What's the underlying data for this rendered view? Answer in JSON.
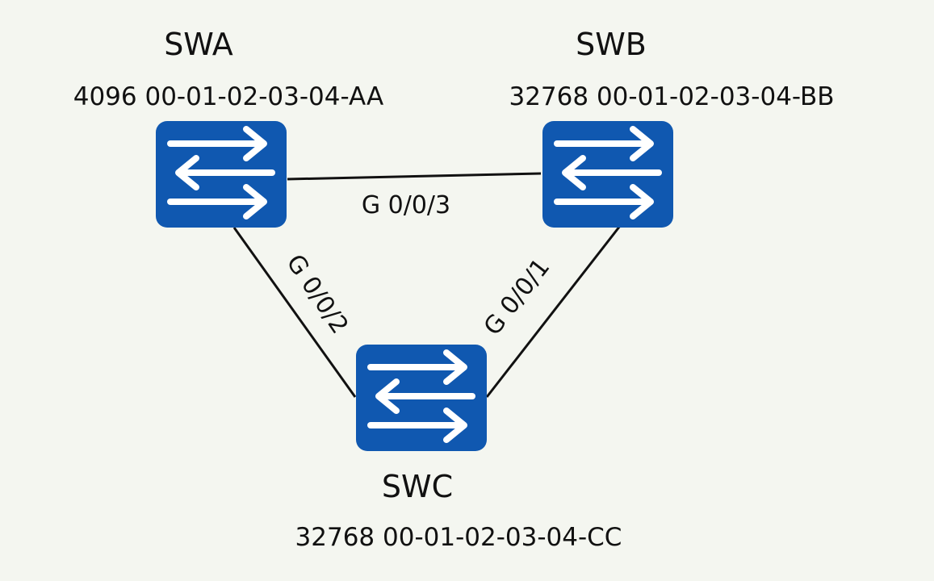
{
  "colors": {
    "background": "#f4f6f0",
    "switch_fill": "#1058b0",
    "arrow": "#ffffff",
    "link": "#111111"
  },
  "switches": {
    "swa": {
      "name": "SWA",
      "id": "4096 00-01-02-03-04-AA",
      "icon": "network-switch-icon"
    },
    "swb": {
      "name": "SWB",
      "id": "32768 00-01-02-03-04-BB",
      "icon": "network-switch-icon"
    },
    "swc": {
      "name": "SWC",
      "id": "32768 00-01-02-03-04-CC",
      "icon": "network-switch-icon"
    }
  },
  "links": {
    "swa_swb": {
      "port": "G 0/0/3"
    },
    "swa_swc": {
      "port": "G 0/0/2"
    },
    "swb_swc": {
      "port": "G 0/0/1"
    }
  }
}
